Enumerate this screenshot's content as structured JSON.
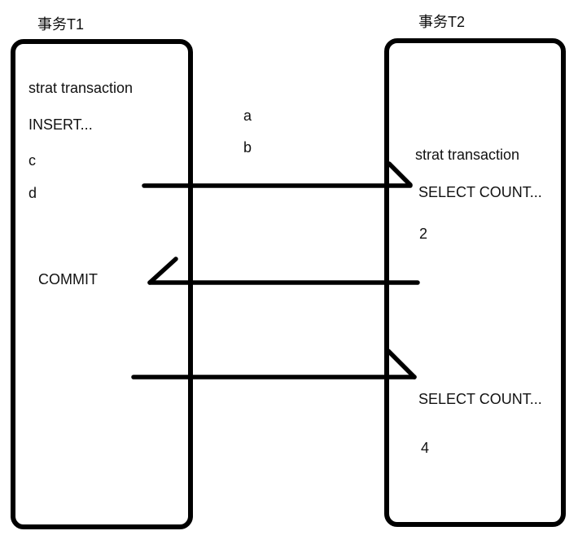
{
  "diagram": {
    "t1": {
      "title": "事务T1",
      "start_line": "strat transaction",
      "insert_line": "INSERT...",
      "step_c": "c",
      "step_d": "d",
      "commit_line": "COMMIT"
    },
    "t2": {
      "title": "事务T2",
      "start_line": "strat transaction",
      "select_line_1": "SELECT COUNT...",
      "result_1": "2",
      "select_line_2": "SELECT COUNT...",
      "result_2": "4"
    },
    "timeline_labels": {
      "a": "a",
      "b": "b"
    },
    "colors": {
      "stroke": "#000000",
      "text": "#111111",
      "background": "#ffffff"
    }
  }
}
